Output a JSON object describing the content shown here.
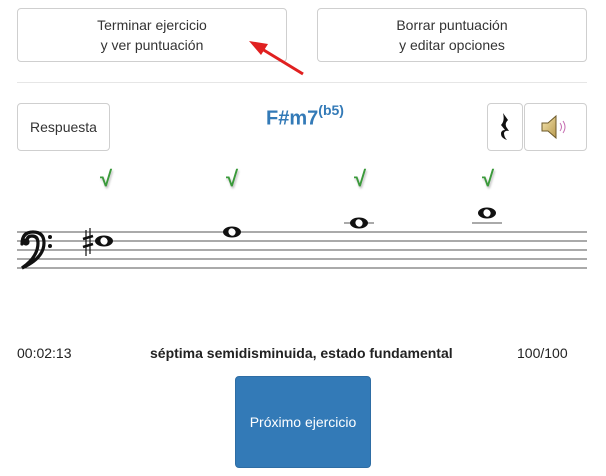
{
  "buttons": {
    "finish_line1": "Terminar ejercicio",
    "finish_line2": "y ver puntuación",
    "reset_line1": "Borrar puntuación",
    "reset_line2": "y editar opciones",
    "answer": "Respuesta",
    "next": "Próximo ejercicio"
  },
  "chord": {
    "root": "F#m7",
    "alteration": "(b5)"
  },
  "checks": [
    "√",
    "√",
    "√",
    "√"
  ],
  "status": {
    "time": "00:02:13",
    "description": "séptima semidisminuida, estado fundamental",
    "score": "100/100"
  },
  "colors": {
    "accent": "#337ab7",
    "check": "#3a9a3a",
    "arrow": "#e02020"
  },
  "icons": {
    "rest": "quarter-rest-icon",
    "sound": "speaker-icon"
  }
}
